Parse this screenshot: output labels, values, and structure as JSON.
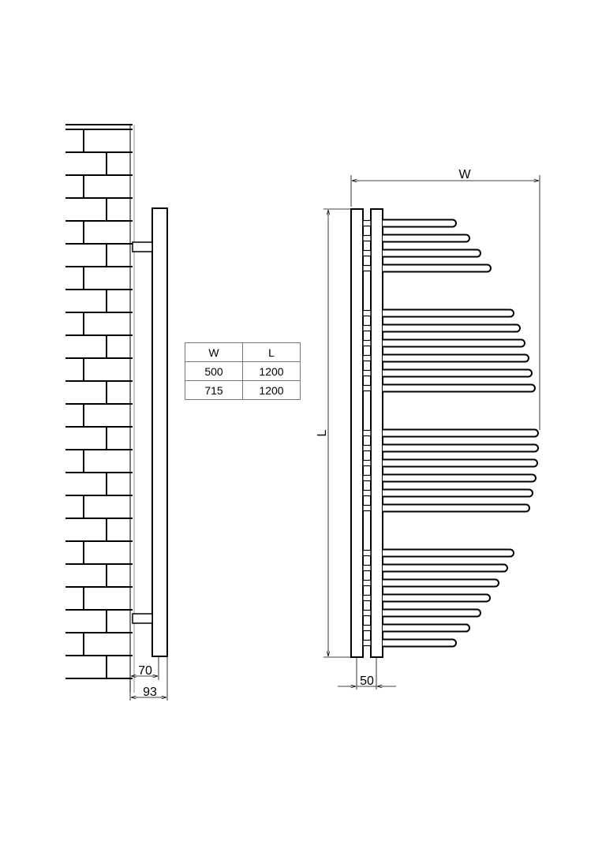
{
  "dimensions": {
    "width_label": "W",
    "length_label": "L",
    "depth_total": "93",
    "wall_offset": "70",
    "tube_spacing": "50"
  },
  "spec_table": {
    "headers": [
      "W",
      "L"
    ],
    "rows": [
      [
        "500",
        "1200"
      ],
      [
        "715",
        "1200"
      ]
    ]
  },
  "colors": {
    "line": "#000000",
    "table_border": "#777777"
  }
}
